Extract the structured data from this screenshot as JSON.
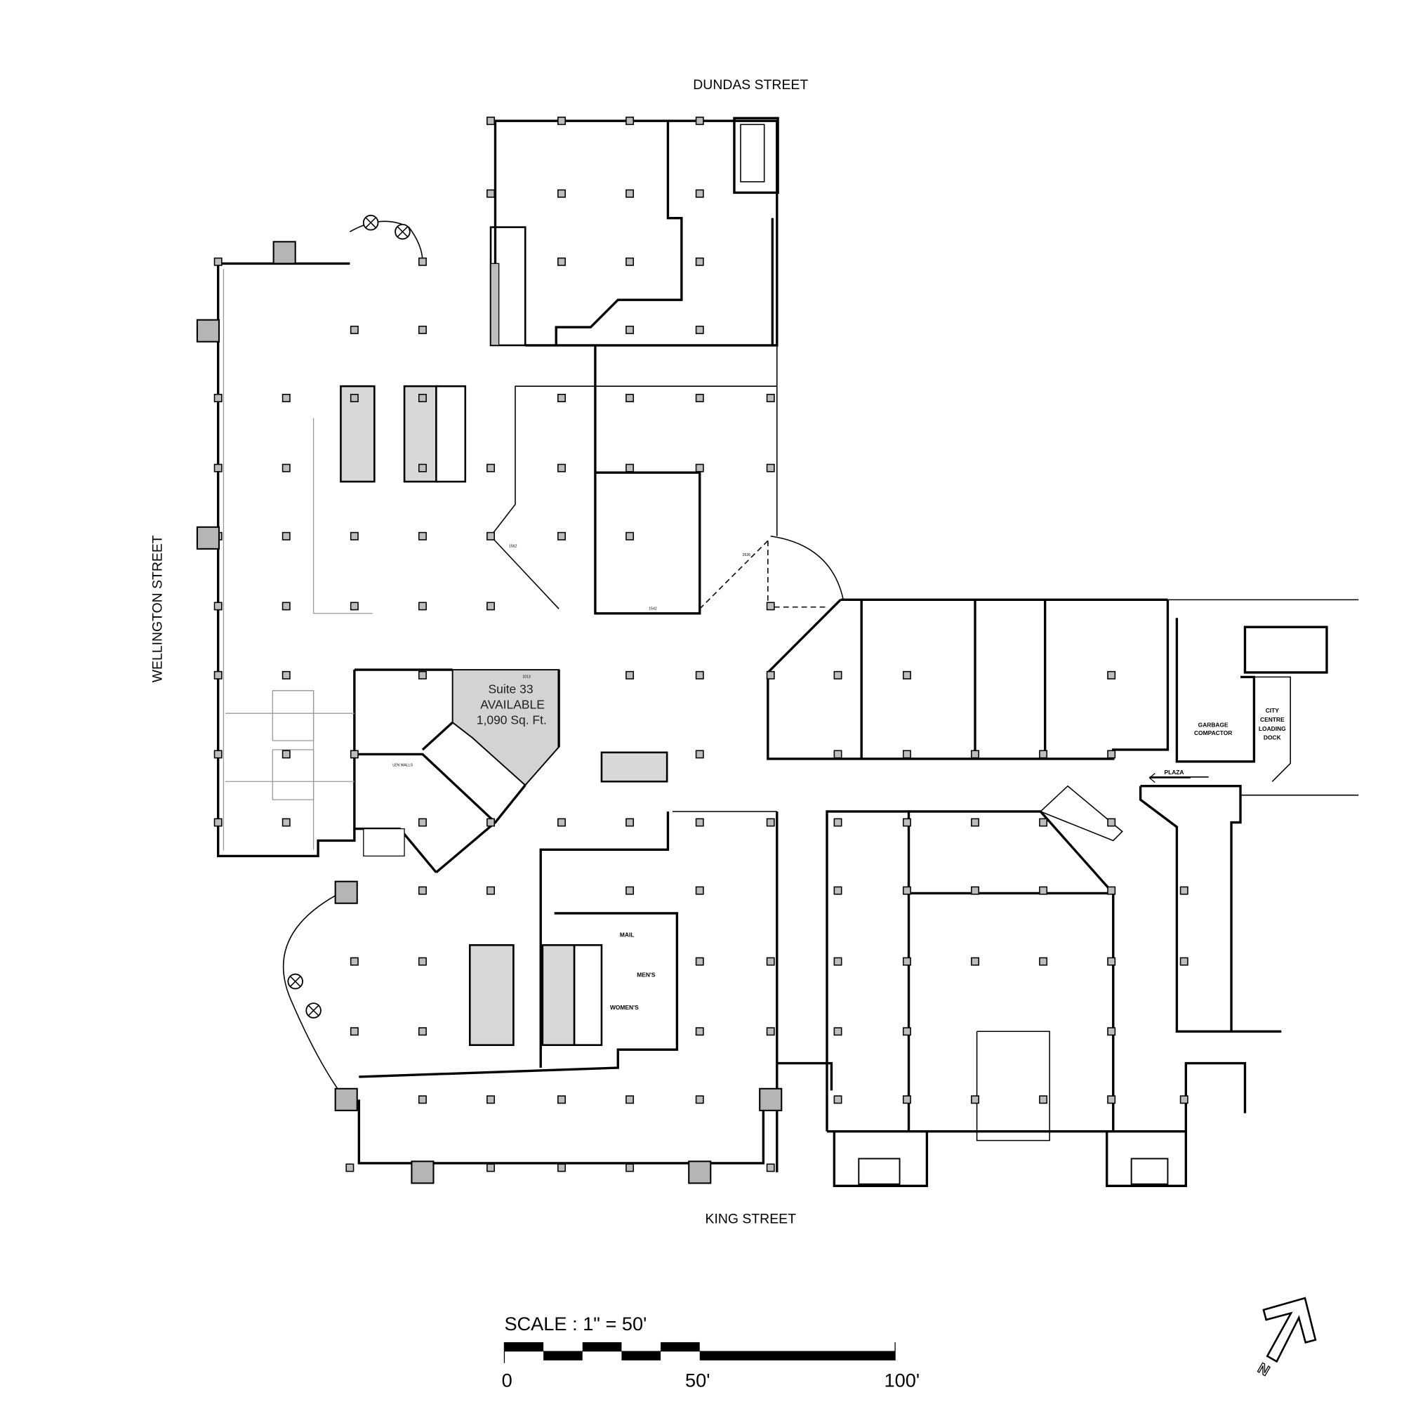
{
  "streets": {
    "north": "DUNDAS STREET",
    "west": "WELLINGTON STREET",
    "south": "KING STREET"
  },
  "suite": {
    "name": "Suite 33",
    "status": "AVAILABLE",
    "area": "1,090 Sq. Ft.",
    "unit_number": "1013",
    "highlight_color": "#d3d3d3"
  },
  "rooms": {
    "garbage": [
      "GARBAGE",
      "COMPACTOR"
    ],
    "loading": [
      "CITY",
      "CENTRE",
      "LOADING",
      "DOCK"
    ],
    "plaza": "PLAZA",
    "mail": "MAIL",
    "mens": "MEN'S",
    "womens": "WOMEN'S",
    "walls_note": "LEN WALLS"
  },
  "unit_numbers": [
    "1562",
    "1542",
    "2636"
  ],
  "scale": {
    "title": "SCALE : 1\" = 50'",
    "labels": [
      "0",
      "50'",
      "100'"
    ]
  },
  "north_arrow": {
    "label": "N"
  }
}
